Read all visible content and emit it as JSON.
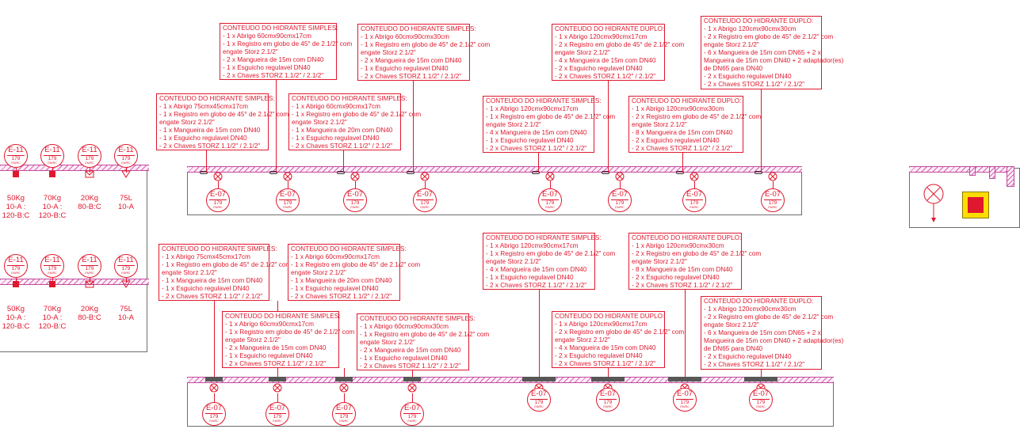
{
  "colors": {
    "annotation": "#e0182d",
    "wall_hatch": "#d35fb2",
    "outline": "#6e6e6e",
    "valve": "#575757",
    "legend_fill": "#ffdd00"
  },
  "tag_code_hydrant": "E-07",
  "tag_code_extinguisher": "E-11",
  "tag_number": "179",
  "tag_sub": "EM/RC",
  "extinguishers_top": [
    {
      "label": [
        "50Kg",
        "10-A :",
        "120-B:C"
      ],
      "icon": "red-square-icon"
    },
    {
      "label": [
        "70Kg",
        "10-A :",
        "120-B:C"
      ],
      "icon": "red-square-icon"
    },
    {
      "label": [
        "20Kg",
        "80-B:C"
      ],
      "icon": "envelope-icon"
    },
    {
      "label": [
        "75L",
        "10-A"
      ],
      "icon": "triangle-icon"
    }
  ],
  "extinguishers_bottom": [
    {
      "label": [
        "50Kg",
        "10-A :",
        "120-B:C"
      ],
      "icon": "red-square-icon"
    },
    {
      "label": [
        "70Kg",
        "10-A :",
        "120-B:C"
      ],
      "icon": "red-square-icon"
    },
    {
      "label": [
        "20Kg",
        "80-B:C"
      ],
      "icon": "envelope-icon"
    },
    {
      "label": [
        "75L",
        "10-A"
      ],
      "icon": "triangle-icon"
    }
  ],
  "notes": {
    "simples_75": [
      "CONTEUDO DO HIDRANTE SIMPLES:",
      "- 1 x Abrigo 75cmx45cmx17cm",
      "- 1 x Registro em globo de 45° de 2.1/2\" com",
      "engate Storz 2.1/2\"",
      "- 1 x Mangueira de 15m com DN40",
      "- 1 x Esguicho regulavel DN40",
      "- 2 x Chaves STORZ  1.1/2\" / 2.1/2\""
    ],
    "simples_60x17_15": [
      "CONTEUDO DO HIDRANTE SIMPLES:",
      "- 1 x Abrigo 60cmx90cmx17cm",
      "- 1 x Registro em globo de 45° de 2.1/2\" com",
      "engate Storz 2.1/2\"",
      "- 2 x Mangueira de 15m com DN40",
      "- 1 x Esguicho regulavel DN40",
      "- 2 x Chaves STORZ  1.1/2\" / 2.1/2\""
    ],
    "simples_60x17_20": [
      "CONTEUDO DO HIDRANTE SIMPLES:",
      "- 1 x Abrigo 60cmx90cmx17cm",
      "- 1 x Registro em globo de 45° de 2.1/2\" com",
      "engate Storz 2.1/2\"",
      "- 1 x Mangueira de 20m com DN40",
      "- 1 x Esguicho regulavel DN40",
      "- 2 x Chaves STORZ  1.1/2\" / 2.1/2\""
    ],
    "simples_60x30": [
      "CONTEUDO DO HIDRANTE SIMPLES:",
      "- 1 x Abrigo 60cmx90cmx30cm",
      "- 1 x Registro em globo de 45° de 2.1/2\" com",
      "engate Storz 2.1/2\"",
      "- 2 x Mangueira de 15m com DN40",
      "- 1 x Esguicho regulavel DN40",
      "- 2 x Chaves STORZ  1.1/2\" / 2.1/2\""
    ],
    "simples_120x17": [
      "CONTEUDO DO HIDRANTE SIMPLES:",
      "- 1 x Abrigo 120cmx90cmx17cm",
      "- 1 x Registro em globo de 45° de 2.1/2\" com",
      "engate Storz 2.1/2\"",
      "- 4 x Mangueira de 15m com DN40",
      "- 1 x Esguicho regulavel DN40",
      "- 2 x Chaves STORZ  1.1/2\" / 2.1/2\""
    ],
    "duplo_120x17": [
      "CONTEUDO DO HIDRANTE DUPLO:",
      "- 1 x Abrigo 120cmx90cmx17cm",
      "- 2 x Registro em globo de 45° de 2.1/2\" com",
      "engate Storz 2.1/2\"",
      "- 4 x Mangueira de 15m com DN40",
      "- 2 x Esguicho regulavel DN40",
      "- 2 x Chaves STORZ  1.1/2\" / 2.1/2\""
    ],
    "duplo_120x30_8": [
      "CONTEUDO DO HIDRANTE DUPLO:",
      "- 1 x Abrigo 120cmx90cmx30cm",
      "- 2 x Registro em globo de 45° de 2.1/2\" com",
      "engate Storz 2.1/2\"",
      "- 8 x Mangueira de 15m com DN40",
      "- 2 x Esguicho regulavel DN40",
      "- 2 x Chaves STORZ  1.1/2\" / 2.1/2\""
    ],
    "duplo_120x30_dn65": [
      "CONTEUDO DO HIDRANTE DUPLO:",
      "- 1 x Abrigo 120cmx90cmx30cm",
      "- 2 x Registro em globo de 45° de 2.1/2\" com",
      "engate Storz 2.1/2\"",
      "- 6 x Mangueira de 15m com DN65 + 2 x",
      "Mangueira de 15m com DN40 + 2 adaptador(es)",
      "de DN65 para DN40",
      "- 2 x Esguicho regulavel DN40",
      "- 2 x Chaves STORZ  1.1/2\" / 2.1/2\""
    ]
  }
}
